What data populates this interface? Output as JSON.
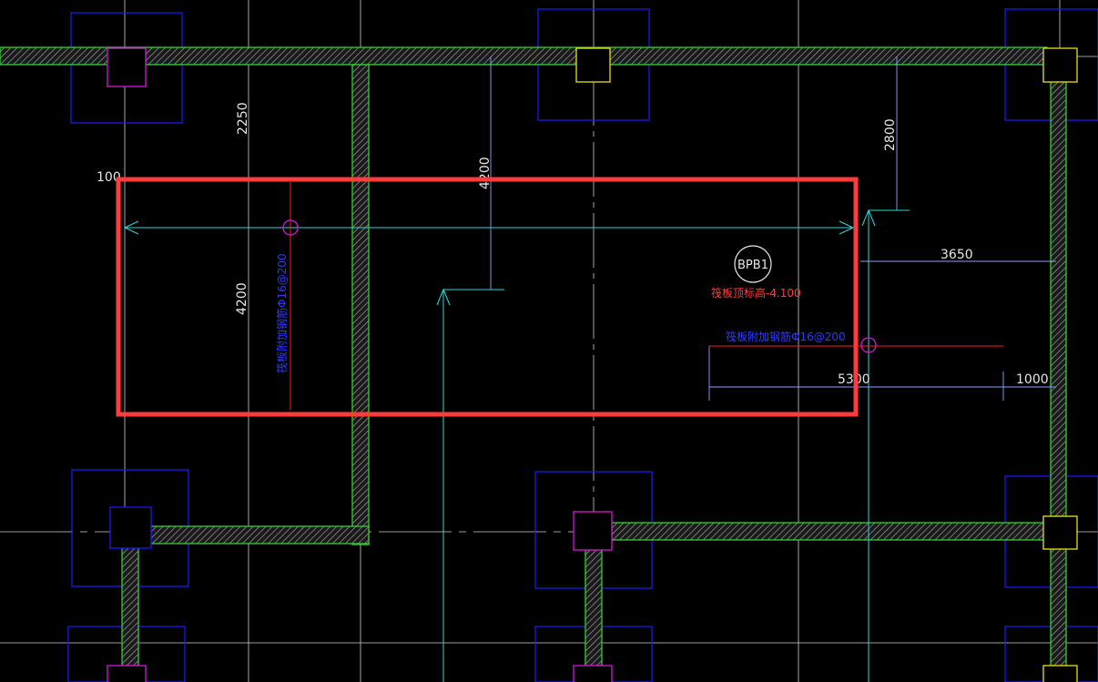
{
  "drawing": {
    "dimensions": {
      "d2250": "2250",
      "d4200_top": "4200",
      "d4200_left": "4200",
      "d2800": "2800",
      "d3650": "3650",
      "d5300": "5300",
      "d1000": "1000",
      "d100": "100"
    },
    "slab_tag": "BPB1",
    "slab_elevation_label": "筏板顶标高-4.100",
    "rebar_label_vertical": "筏板附加钢筋Φ16@200",
    "rebar_label_horizontal": "筏板附加钢筋Φ16@200"
  },
  "colors": {
    "background": "#000000",
    "wall_outline": "#2fd12f",
    "axis_line": "#d9d9d9",
    "column_outline": "#1a1aff",
    "column_core_magenta": "#d21ad2",
    "column_core_yellow": "#e6e21a",
    "dimension_cyan": "#29d9d9",
    "rebar_red": "#ff1a1a",
    "highlight_box": "#ff3b3b"
  }
}
